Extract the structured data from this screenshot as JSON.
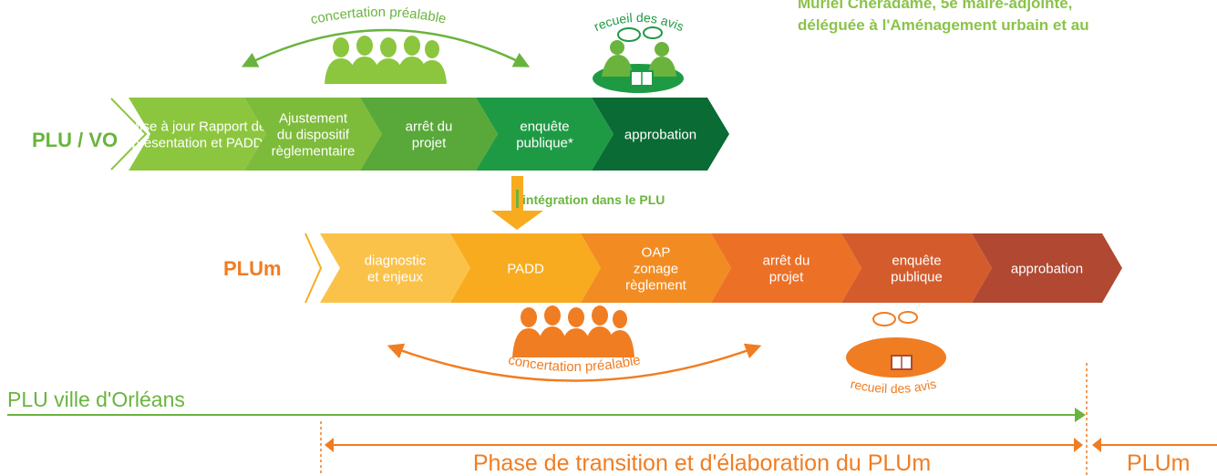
{
  "header": {
    "line1": "Muriel Chéradame, 5e maire-adjointe,",
    "line2": "déléguée à l'Aménagement urbain et au"
  },
  "plu_vo": {
    "label": "PLU / VO",
    "steps": [
      {
        "lines": [
          "Mise à jour Rapport de",
          "présentation et PADD"
        ],
        "color": "#8cc63f"
      },
      {
        "lines": [
          "Ajustement",
          "du dispositif",
          "règlementaire"
        ],
        "color": "#7dbb3a"
      },
      {
        "lines": [
          "arrêt du",
          "projet"
        ],
        "color": "#58a83a"
      },
      {
        "lines": [
          "enquête",
          "publique*"
        ],
        "color": "#1f9a44"
      },
      {
        "lines": [
          "approbation"
        ],
        "color": "#0a6b34"
      }
    ],
    "concertation": "concertation préalable",
    "recueil": "recueil des avis"
  },
  "integration": "intégration dans le PLU",
  "plum": {
    "label": "PLUm",
    "steps": [
      {
        "lines": [
          "diagnostic",
          "et enjeux"
        ],
        "color": "#fbc24a"
      },
      {
        "lines": [
          "PADD"
        ],
        "color": "#f8ab1e"
      },
      {
        "lines": [
          "OAP",
          "zonage",
          "règlement"
        ],
        "color": "#f28c22"
      },
      {
        "lines": [
          "arrêt du",
          "projet"
        ],
        "color": "#ed7027"
      },
      {
        "lines": [
          "enquête",
          "publique"
        ],
        "color": "#d45c2c"
      },
      {
        "lines": [
          "approbation"
        ],
        "color": "#b04832"
      }
    ],
    "concertation": "concertation préalable",
    "recueil": "recueil des avis"
  },
  "timeline": {
    "plu_ville": "PLU ville d'Orléans",
    "phase": "Phase de transition et d'élaboration du PLUm",
    "plum_end": "PLUm"
  },
  "colors": {
    "green": "#6ab43e",
    "orange": "#f07d22",
    "header": "#8bc34a"
  }
}
